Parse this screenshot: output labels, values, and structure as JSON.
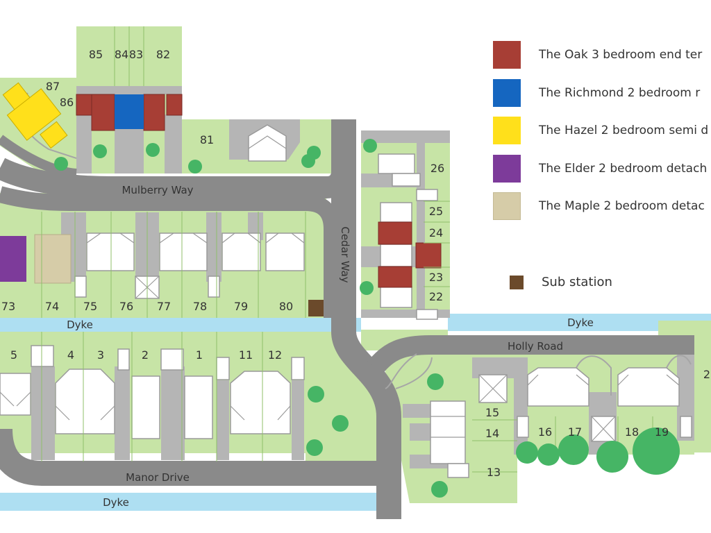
{
  "colors": {
    "grass": "#c7e4a6",
    "road": "#9c9c9c",
    "road_edge": "#7f7f7f",
    "driveway": "#b5b5b5",
    "water": "#aedff2",
    "tree": "#46b565",
    "oak": "#a73e35",
    "richmond": "#1566c0",
    "hazel": "#ffe01b",
    "elder": "#7d3b9a",
    "maple": "#d6cca8",
    "substation": "#6b4a2b",
    "house": "#ffffff"
  },
  "legend": [
    {
      "swatch": "oak-icon",
      "color": "#a73e35",
      "label": "The Oak 3 bedroom end ter"
    },
    {
      "swatch": "richmond-icon",
      "color": "#1566c0",
      "label": "The Richmond 2 bedroom r"
    },
    {
      "swatch": "hazel-icon",
      "color": "#ffe01b",
      "label": "The Hazel 2 bedroom semi d"
    },
    {
      "swatch": "elder-icon",
      "color": "#7d3b9a",
      "label": "The Elder 2 bedroom detach"
    },
    {
      "swatch": "maple-icon",
      "color": "#d6cca8",
      "label": "The Maple 2 bedroom detac"
    }
  ],
  "substation_label": "Sub station",
  "roads": {
    "mulberry": "Mulberry Way",
    "cedar": "Cedar Way",
    "holly": "Holly Road",
    "manor": "Manor Drive",
    "dyke_left": "Dyke",
    "dyke_right": "Dyke",
    "dyke_bottom": "Dyke"
  },
  "plots": {
    "p85": "85",
    "p84": "84",
    "p83": "83",
    "p82": "82",
    "p87": "87",
    "p86": "86",
    "p81": "81",
    "p26": "26",
    "p25": "25",
    "p24": "24",
    "p23": "23",
    "p22": "22",
    "p73": "73",
    "p74": "74",
    "p75": "75",
    "p76": "76",
    "p77": "77",
    "p78": "78",
    "p79": "79",
    "p80": "80",
    "p5": "5",
    "p4": "4",
    "p3": "3",
    "p2": "2",
    "p1": "1",
    "p11": "11",
    "p12": "12",
    "p15": "15",
    "p14": "14",
    "p13": "13",
    "p16": "16",
    "p17": "17",
    "p18": "18",
    "p19": "19",
    "p2r": "2"
  }
}
